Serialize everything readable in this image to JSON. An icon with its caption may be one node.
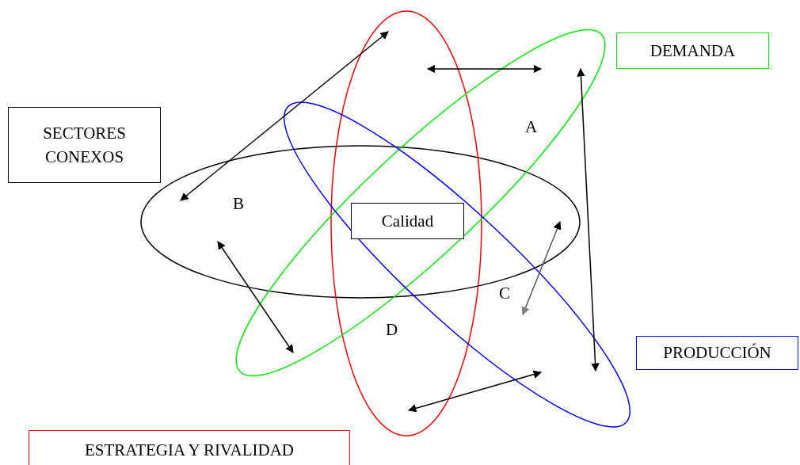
{
  "diagram": {
    "nodes": [
      {
        "text": [
          "DEMANDA"
        ]
      },
      {
        "text": [
          "SECTORES CONEXOS"
        ]
      },
      {
        "text": [
          "Calidad"
        ]
      },
      {
        "text": [
          "PRODUCCIÓN"
        ]
      },
      {
        "text": [
          "ESTRATEGIA Y RIVALIDAD"
        ]
      }
    ],
    "labels": [
      "A",
      "B",
      "C",
      "D"
    ]
  }
}
